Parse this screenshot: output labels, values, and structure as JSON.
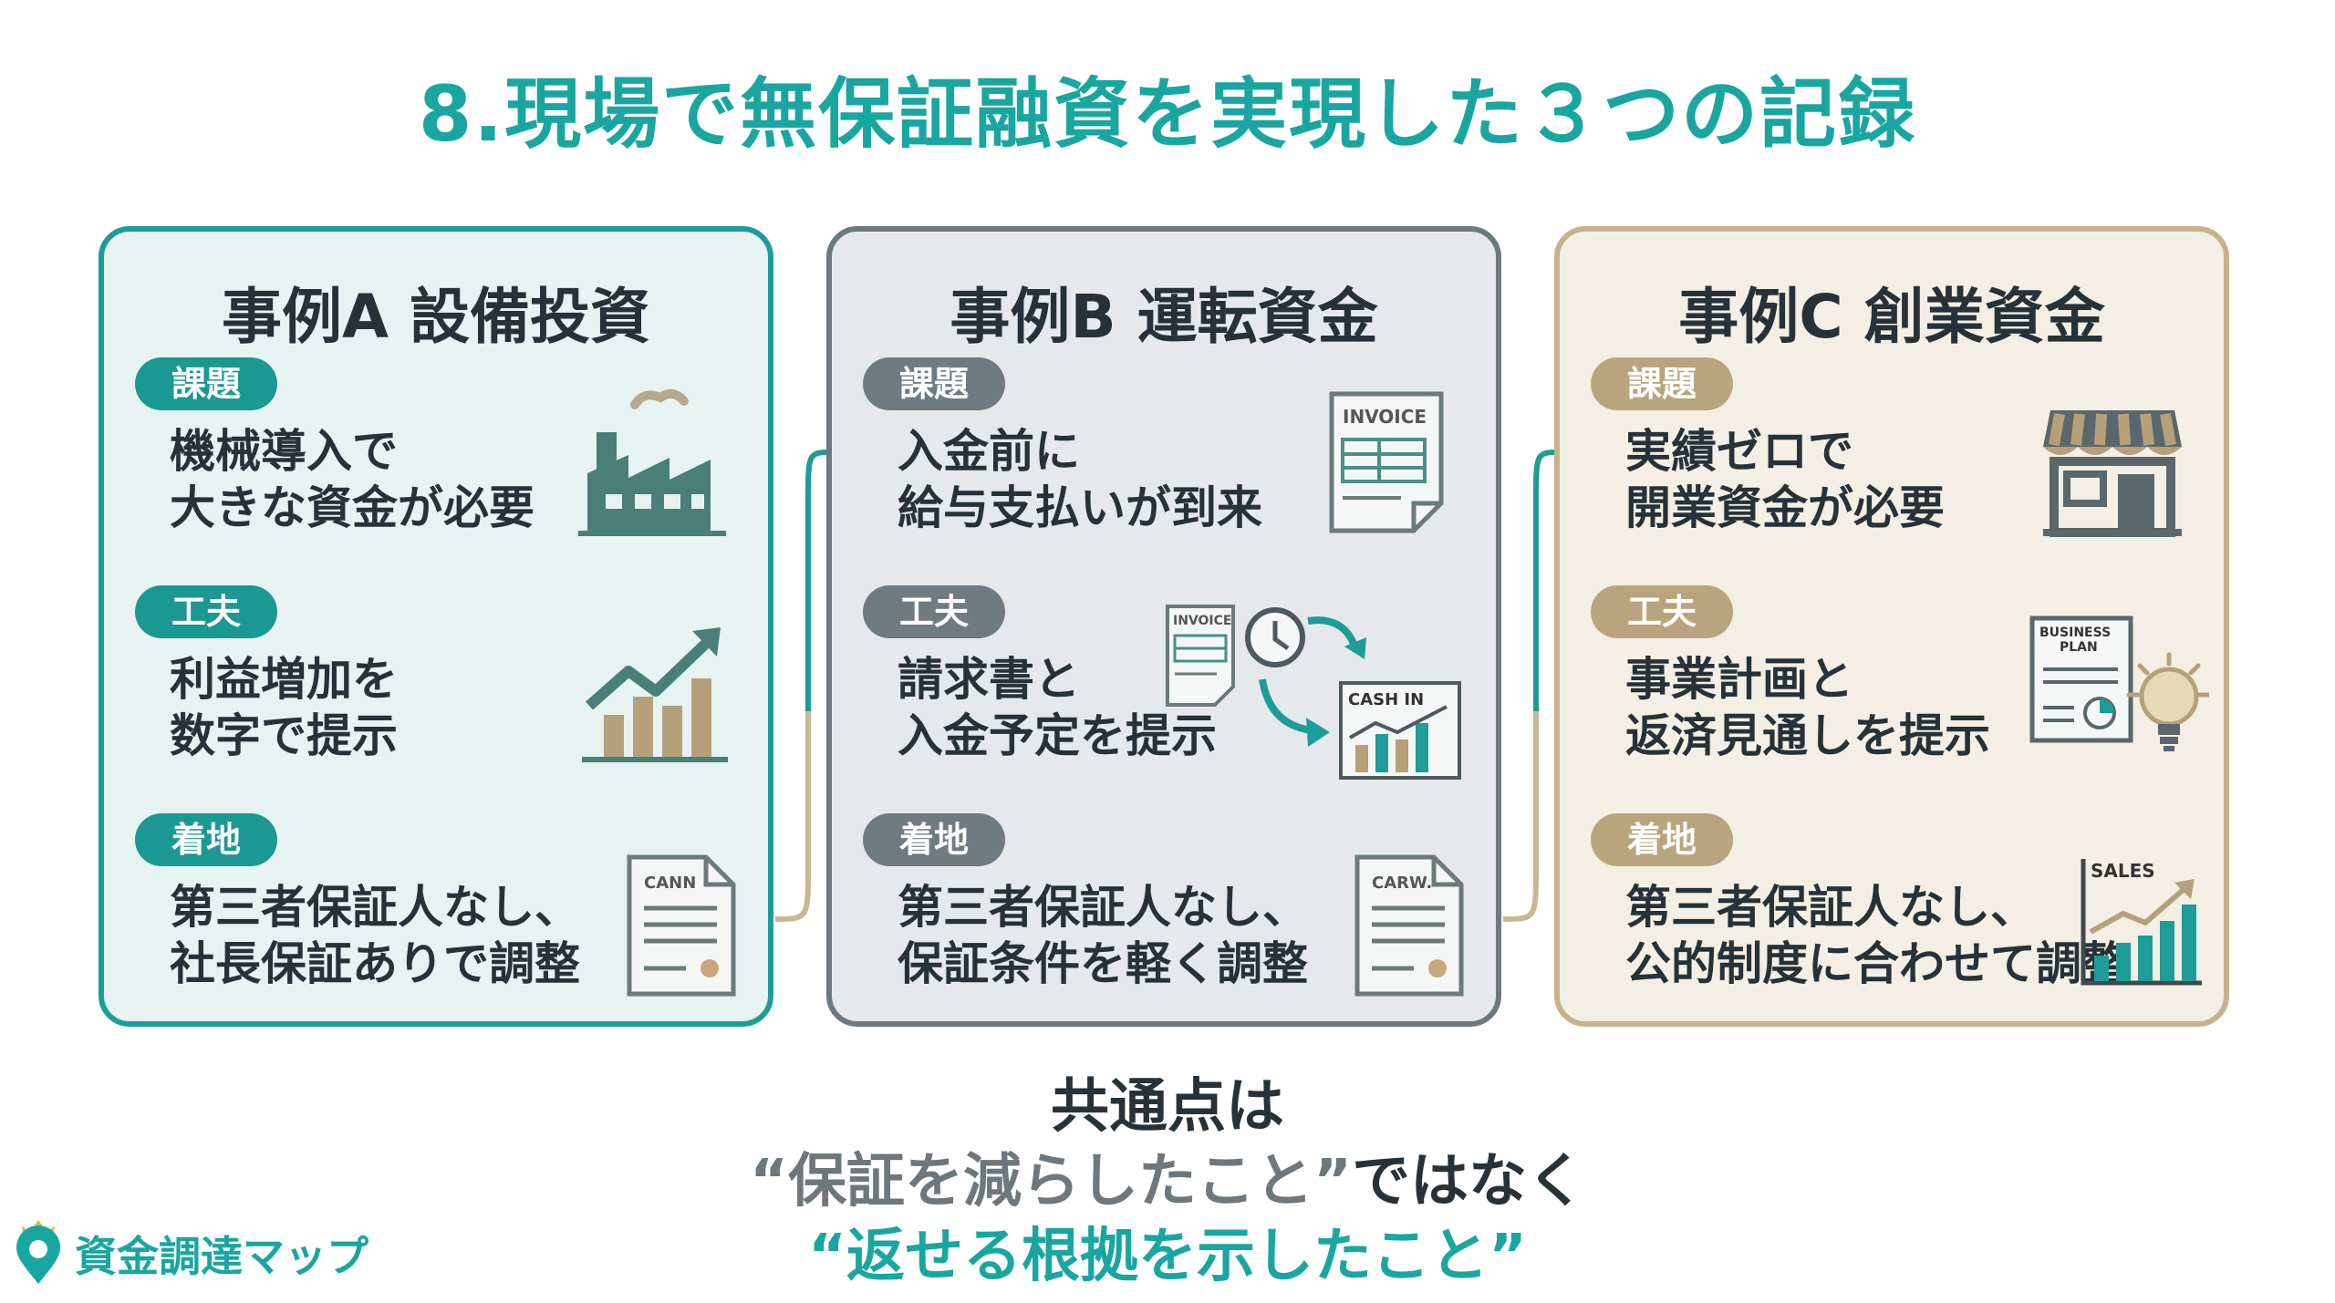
{
  "title": "8.現場で無保証融資を実現した３つの記録",
  "labels": {
    "issue": "課題",
    "approach": "工夫",
    "result": "着地"
  },
  "cases": [
    {
      "title": "事例A 設備投資",
      "issue": [
        "機械導入で",
        "大きな資金が必要"
      ],
      "approach": [
        "利益増加を",
        "数字で提示"
      ],
      "result": [
        "第三者保証人なし、",
        "社長保証ありで調整"
      ],
      "icons": [
        "factory-icon",
        "growth-chart-icon",
        "contract-icon"
      ],
      "contract_label": "CANN"
    },
    {
      "title": "事例B 運転資金",
      "issue": [
        "入金前に",
        "給与支払いが到来"
      ],
      "approach": [
        "請求書と",
        "入金予定を提示"
      ],
      "result": [
        "第三者保証人なし、",
        "保証条件を軽く調整"
      ],
      "icons": [
        "invoice-icon",
        "invoice-to-cash-icon",
        "contract-icon"
      ],
      "invoice_label": "INVOICE",
      "small_invoice_label": "INVOICE",
      "cash_label": "CASH IN",
      "contract_label": "CARW."
    },
    {
      "title": "事例C 創業資金",
      "issue": [
        "実績ゼロで",
        "開業資金が必要"
      ],
      "approach": [
        "事業計画と",
        "返済見通しを提示"
      ],
      "result": [
        "第三者保証人なし、",
        "公的制度に合わせて調整"
      ],
      "icons": [
        "store-icon",
        "business-plan-icon",
        "sales-chart-icon"
      ],
      "plan_label_1": "BUSINESS",
      "plan_label_2": "PLAN",
      "sales_label": "SALES"
    }
  ],
  "summary": {
    "line1": "共通点は",
    "line2_quoted": "“保証を減らしたこと”",
    "line2_rest": "ではなく",
    "line3": "“返せる根拠を示したこと”"
  },
  "logo": {
    "text": "資金調達マップ"
  },
  "colors": {
    "teal": "#1aa6a0",
    "slate": "#6e7b81",
    "tan": "#b9a57d"
  }
}
